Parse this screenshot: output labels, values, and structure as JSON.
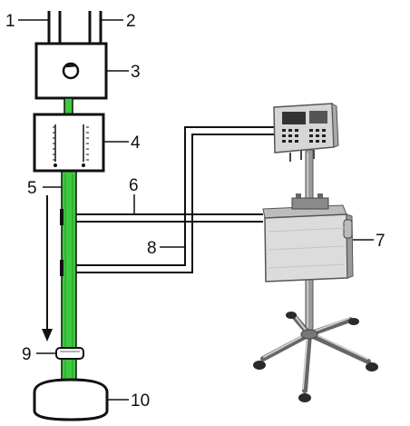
{
  "labels": {
    "l1": "1",
    "l2": "2",
    "l3": "3",
    "l4": "4",
    "l5": "5",
    "l6": "6",
    "l7": "7",
    "l8": "8",
    "l9": "9",
    "l10": "10"
  },
  "colors": {
    "line": "#111111",
    "tube": "#3ec93e",
    "device_body": "#d9d9d9",
    "panel_face": "#cfcfcf",
    "metal": "#8a8a8a"
  }
}
